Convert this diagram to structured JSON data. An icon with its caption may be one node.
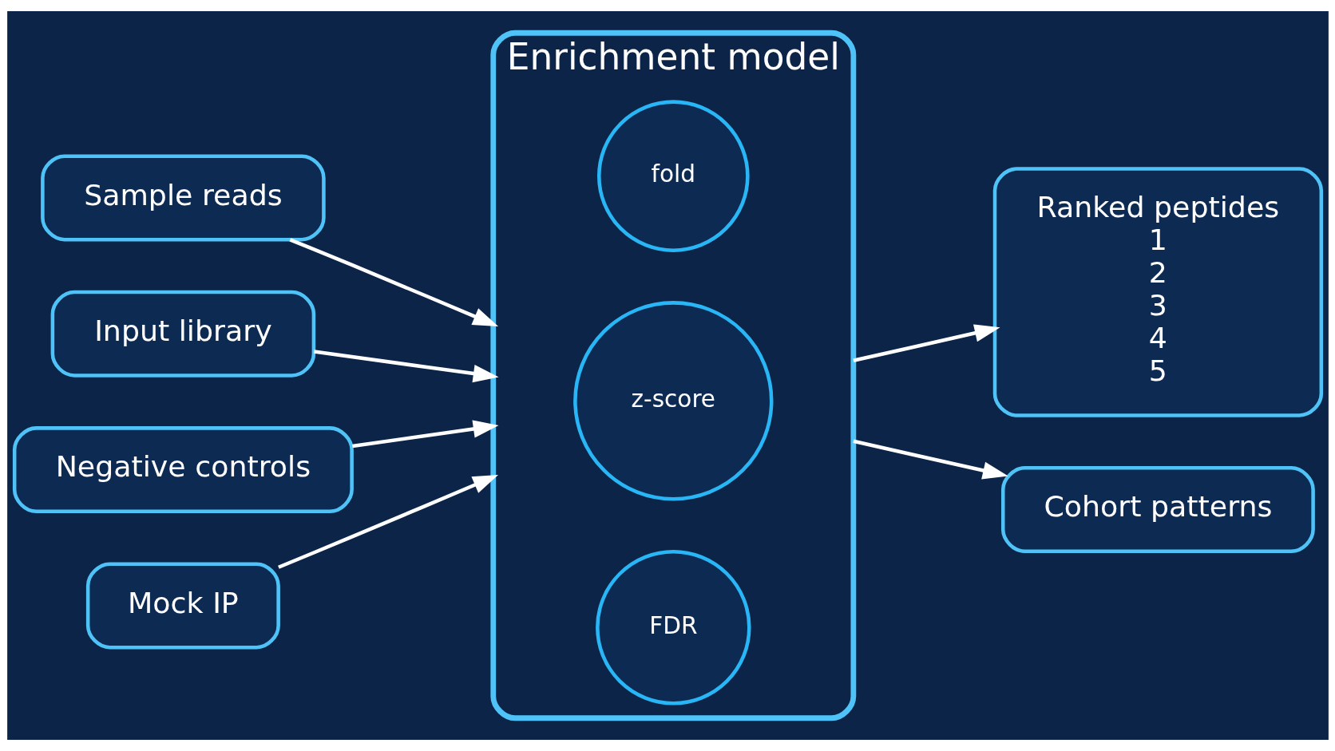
{
  "diagram": {
    "nodes": [
      {
        "text": [
          "Sample reads"
        ]
      },
      {
        "text": [
          "Input library"
        ]
      },
      {
        "text": [
          "Negative controls"
        ]
      },
      {
        "text": [
          "Mock IP"
        ]
      },
      {
        "text": [
          "Enrichment model"
        ]
      },
      {
        "text": [
          "fold"
        ],
        "in": 4
      },
      {
        "text": [
          "z-score"
        ],
        "in": 4
      },
      {
        "text": [
          "FDR"
        ],
        "in": 4
      },
      {
        "text": [
          "Ranked peptides",
          "1",
          "2",
          "3",
          "4",
          "5"
        ]
      },
      {
        "text": [
          "Cohort patterns"
        ]
      }
    ],
    "edges": [
      {
        "from": 0,
        "to": 4,
        "arrow": "to"
      },
      {
        "from": 1,
        "to": 4,
        "arrow": "to"
      },
      {
        "from": 2,
        "to": 4,
        "arrow": "to"
      },
      {
        "from": 3,
        "to": 4,
        "arrow": "to"
      },
      {
        "from": 4,
        "to": 8,
        "arrow": "to"
      },
      {
        "from": 4,
        "to": 9,
        "arrow": "to"
      }
    ]
  }
}
